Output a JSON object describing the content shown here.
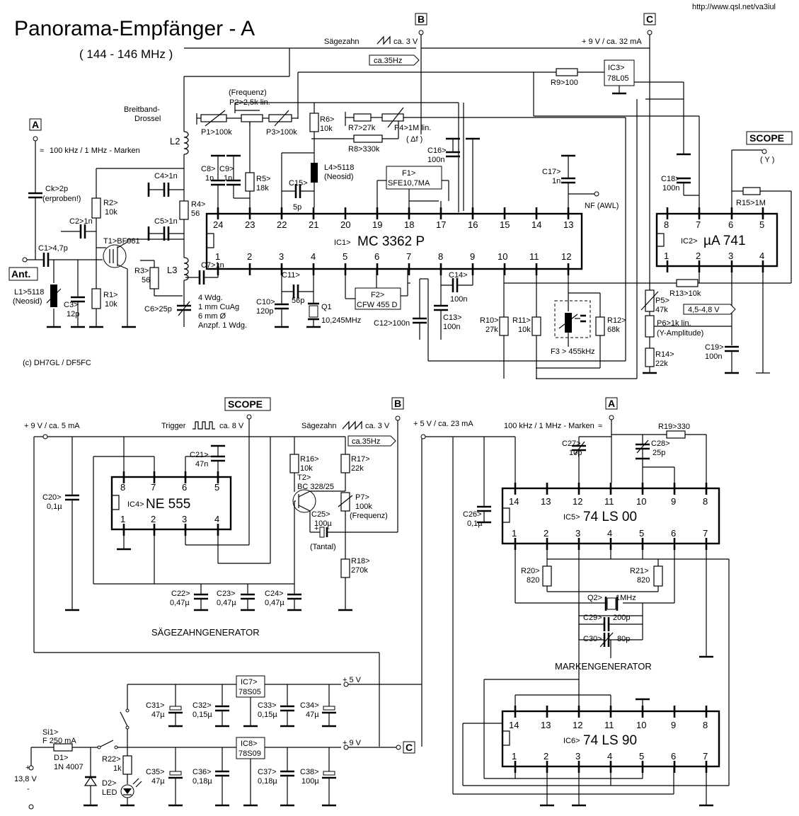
{
  "header": {
    "title": "Panorama-Empfänger - A",
    "subtitle": "( 144 - 146 MHz )",
    "url": "http://www.qsl.net/va3iul",
    "copyright": "(c) DH7GL / DF5FC"
  },
  "connectors": {
    "A": "A",
    "B": "B",
    "C": "C",
    "Ant": "Ant.",
    "Scope": "SCOPE",
    "ScopeY": "( Y )"
  },
  "notes": {
    "saw_top": "Sägezahn",
    "saw_top_v": "ca. 3 V",
    "freq35": "ca.35Hz",
    "supply_top": "+ 9 V / ca. 32 mA",
    "markers_top": "100 kHz / 1 MHz - Marken",
    "breitband": "Breitband-",
    "drossel": "Drossel",
    "frequenz": "(Frequenz)",
    "nf": "NF (AWL)",
    "l3_1": "4 Wdg.",
    "l3_2": "1 mm CuAg",
    "l3_3": "6 mm Ø",
    "l3_4": "Anzpf. 1 Wdg.",
    "delta_f": "( Δf )",
    "yamp": "(Y-Amplitude)",
    "yamp_v": "4,5-4,8 V",
    "supply_saw": "+ 9 V / ca. 5 mA",
    "trigger": "Trigger",
    "trigger_v": "ca. 8 V",
    "saw_b": "Sägezahn",
    "saw_b_v": "ca. 3 V",
    "freq35b": "ca.35Hz",
    "tantal": "(Tantal)",
    "frequenz2": "(Frequenz)",
    "section_saw": "SÄGEZAHNGENERATOR",
    "supply_mark": "+ 5 V / ca. 23 mA",
    "markers_mk": "100 kHz / 1 MHz - Marken",
    "section_mark": "MARKENGENERATOR",
    "v5": "+ 5 V",
    "v9": "+ 9 V",
    "v138": "13,8 V",
    "plus": "+",
    "minus": "-"
  },
  "ics": {
    "ic1": {
      "ref": "IC1>",
      "name": "MC 3362 P",
      "top": [
        "24",
        "23",
        "22",
        "21",
        "20",
        "19",
        "18",
        "17",
        "16",
        "15",
        "14",
        "13"
      ],
      "bottom": [
        "1",
        "2",
        "3",
        "4",
        "5",
        "6",
        "7",
        "8",
        "9",
        "10",
        "11",
        "12"
      ]
    },
    "ic2": {
      "ref": "IC2>",
      "name": "µA 741",
      "top": [
        "8",
        "7",
        "6",
        "5"
      ],
      "bottom": [
        "1",
        "2",
        "3",
        "4"
      ]
    },
    "ic3": {
      "ref": "IC3>",
      "name": "78L05"
    },
    "ic4": {
      "ref": "IC4>",
      "name": "NE 555",
      "top": [
        "8",
        "7",
        "6",
        "5"
      ],
      "bottom": [
        "1",
        "2",
        "3",
        "4"
      ]
    },
    "ic5": {
      "ref": "IC5>",
      "name": "74 LS 00",
      "top": [
        "14",
        "13",
        "12",
        "11",
        "10",
        "9",
        "8"
      ],
      "bottom": [
        "1",
        "2",
        "3",
        "4",
        "5",
        "6",
        "7"
      ]
    },
    "ic6": {
      "ref": "IC6>",
      "name": "74 LS 90",
      "top": [
        "14",
        "13",
        "12",
        "11",
        "10",
        "9",
        "8"
      ],
      "bottom": [
        "1",
        "2",
        "3",
        "4",
        "5",
        "6",
        "7"
      ]
    },
    "ic7": {
      "ref": "IC7>",
      "name": "78S05"
    },
    "ic8": {
      "ref": "IC8>",
      "name": "78S09"
    }
  },
  "components": {
    "ck": "Ck>2p",
    "ck2": "(erproben!)",
    "l1": "L1>5118",
    "l1b": "(Neosid)",
    "c1": "C1>4,7p",
    "c2": "C2>1n",
    "r1": "R1>",
    "r1v": "10k",
    "r2": "R2>",
    "r2v": "10k",
    "r3": "R3>",
    "r3v": "56",
    "c3": "C3>",
    "c3v": "12p",
    "t1": "T1>BF961",
    "c4": "C4>1n",
    "c5": "C5>1n",
    "r4": "R4>",
    "r4v": "56",
    "l2": "L2",
    "l3": "L3",
    "c6": "C6>25p",
    "c7": "C7>1n",
    "p1": "P1>100k",
    "p2": "P2>2,5k lin.",
    "p3": "P3>100k",
    "c8": "C8>",
    "c8v": "1n",
    "c9": "C9>",
    "c9v": "1n",
    "r5": "R5>",
    "r5v": "18k",
    "r6": "R6>",
    "r6v": "10k",
    "l4": "L4>5118",
    "l4b": "(Neosid)",
    "c15": "C15>",
    "c15v": "5p",
    "r7": "R7>27k",
    "r8": "R8>330k",
    "p4": "P4>1M lin.",
    "f1": "F1>",
    "f1v": "SFE10,7MA",
    "c16": "C16>",
    "c16v": "100n",
    "c17": "C17>",
    "c17v": "1n",
    "r9": "R9>100",
    "c18": "C18>",
    "c18v": "100n",
    "r15": "R15>1M",
    "c10": "C10>",
    "c10v": "120p",
    "c11": "C11>",
    "c11v": "56p",
    "q1": "Q1",
    "q1v": "10,245MHz",
    "f2": "F2>",
    "f2v": "CFW 455 D",
    "c12": "C12>100n",
    "c13": "C13>",
    "c13v": "100n",
    "c14": "C14>",
    "c14v": "100n",
    "r10": "R10>",
    "r10v": "27k",
    "r11": "R11>",
    "r11v": "10k",
    "r12": "R12>",
    "r12v": "68k",
    "f3": "F3 > 455kHz",
    "p5": "P5>",
    "p5v": "47k",
    "r13": "R13>10k",
    "p6": "P6>1k lin.",
    "r14": "R14>",
    "r14v": "22k",
    "c19": "C19>",
    "c19v": "100n",
    "c20": "C20>",
    "c20v": "0,1µ",
    "c21": "C21>",
    "c21v": "47n",
    "c22": "C22>",
    "c22v": "0,47µ",
    "c23": "C23>",
    "c23v": "0,47µ",
    "c24": "C24>",
    "c24v": "0,47µ",
    "r16": "R16>",
    "r16v": "10k",
    "t2": "T2>",
    "t2v": "BC 328/25",
    "r17": "R17>",
    "r17v": "22k",
    "p7": "P7>",
    "p7v": "100k",
    "c25": "C25>",
    "c25v": "100µ",
    "r18": "R18>",
    "r18v": "270k",
    "c26": "C26>",
    "c26v": "0,1µ",
    "c27": "C27>",
    "c27v": "10p",
    "c28": "C28>",
    "c28v": "25p",
    "r19": "R19>330",
    "r20": "R20>",
    "r20v": "820",
    "r21": "R21>",
    "r21v": "820",
    "q2": "Q2>",
    "q2v": "1MHz",
    "c29": "C29>",
    "c29v": "200p",
    "c30": "C30>",
    "c30v": "80p",
    "c31": "C31>",
    "c31v": "47µ",
    "c32": "C32>",
    "c32v": "0,15µ",
    "c33": "C33>",
    "c33v": "0,15µ",
    "c34": "C34>",
    "c34v": "47µ",
    "c35": "C35>",
    "c35v": "47µ",
    "c36": "C36>",
    "c36v": "0,18µ",
    "c37": "C37>",
    "c37v": "0,18µ",
    "c38": "C38>",
    "c38v": "100µ",
    "si1": "Si1>",
    "si1v": "F 250 mA",
    "d1": "D1>",
    "d1v": "1N 4007",
    "r22": "R22>",
    "r22v": "1k",
    "d2": "D2>",
    "d2v": "LED"
  }
}
